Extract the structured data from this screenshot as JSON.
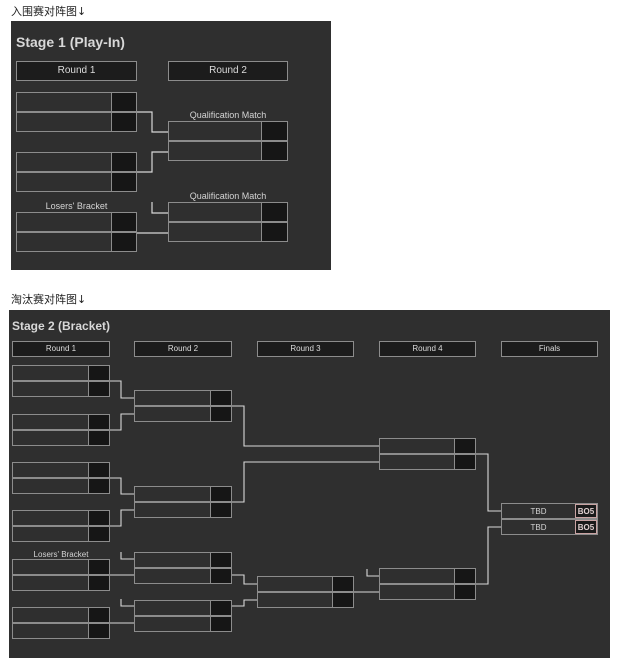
{
  "captions": {
    "playin": "入围赛对阵图↓",
    "knockout": "淘汰赛对阵图↓"
  },
  "stage1": {
    "title": "Stage 1 (Play-In)",
    "rounds": [
      "Round 1",
      "Round 2"
    ],
    "qualification_label": "Qualification Match",
    "losers_label": "Losers' Bracket"
  },
  "stage2": {
    "title": "Stage 2 (Bracket)",
    "rounds": [
      "Round 1",
      "Round 2",
      "Round 3",
      "Round 4",
      "Finals"
    ],
    "losers_label": "Losers' Bracket",
    "finals": {
      "team_a": "TBD",
      "team_b": "TBD",
      "format_a": "BO5",
      "format_b": "BO5"
    }
  },
  "colors": {
    "panel_bg": "#2f2f2f",
    "line": "#d8d8d8",
    "border": "#8c8c8c",
    "bo_border": "#c9a3a3"
  }
}
